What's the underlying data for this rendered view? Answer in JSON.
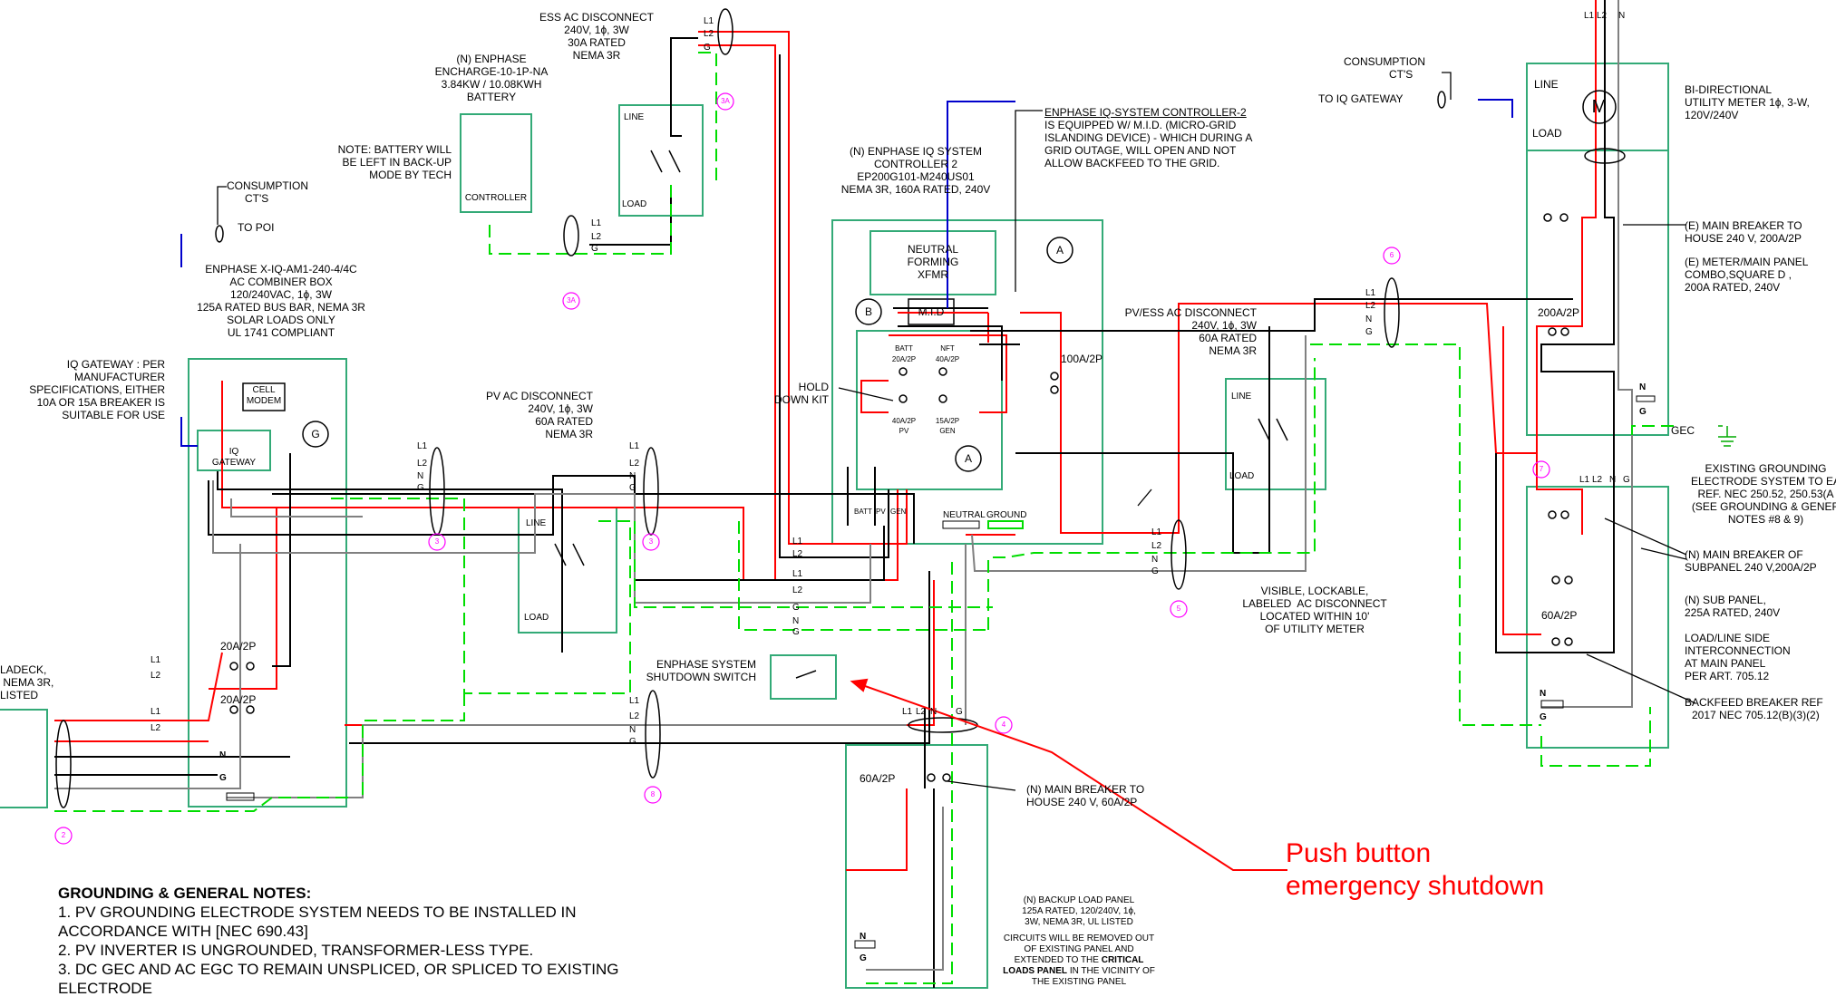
{
  "ess_disconnect": [
    "ESS AC DISCONNECT",
    "240V, 1ϕ, 3W",
    "30A RATED",
    "NEMA 3R"
  ],
  "battery": [
    "(N) ENPHASE",
    "ENCHARGE-10-1P-NA",
    "3.84KW / 10.08KWH",
    "BATTERY"
  ],
  "battery_controller": "CONTROLLER",
  "battery_note": [
    "NOTE: BATTERY WILL",
    "BE LEFT IN BACK-UP",
    "MODE BY TECH"
  ],
  "consumption_cts_left": [
    "CONSUMPTION",
    "CT'S"
  ],
  "to_poi": "TO POI",
  "combiner": [
    "ENPHASE X-IQ-AM1-240-4/4C",
    "AC COMBINER BOX",
    "120/240VAC, 1ϕ, 3W",
    "125A RATED BUS BAR, NEMA 3R",
    "SOLAR LOADS ONLY",
    "UL 1741 COMPLIANT"
  ],
  "iq_gateway_note": [
    "IQ GATEWAY : PER",
    "MANUFACTURER",
    "SPECIFICATIONS, EITHER",
    "10A OR 15A BREAKER IS",
    "SUITABLE FOR USE"
  ],
  "cell_modem": [
    "CELL",
    "MODEM"
  ],
  "iq_gateway_box": [
    "IQ",
    "GATEWAY"
  ],
  "tag_g": "G",
  "pv_disconnect": [
    "PV AC DISCONNECT",
    "240V, 1ϕ, 3W",
    "60A RATED",
    "NEMA 3R"
  ],
  "system_controller": [
    "(N) ENPHASE IQ SYSTEM",
    "CONTROLLER 2",
    "EP200G101-M240US01",
    "NEMA 3R, 160A RATED, 240V"
  ],
  "mid_note": [
    "ENPHASE IQ-SYSTEM CONTROLLER-2",
    "IS EQUIPPED W/ M.I.D. (MICRO-GRID",
    "ISLANDING DEVICE) - WHICH DURING A",
    "GRID OUTAGE, WILL OPEN AND NOT",
    "ALLOW BACKFEED TO THE GRID."
  ],
  "neutral_xfmr": [
    "NEUTRAL",
    "FORMING",
    "XFMR"
  ],
  "mid_label": "M.I.D",
  "tag_a": "A",
  "tag_b": "B",
  "breaker_100a": "100A/2P",
  "hold_down_kit": [
    "HOLD",
    "DOWN KIT"
  ],
  "sc_breakers": {
    "batt": "BATT",
    "batt_rating": "20A/2P",
    "nft": "NFT",
    "nft_rating": "40A/2P",
    "pv_rating": "40A/2P",
    "pv": "PV",
    "gen_rating": "15A/2P",
    "gen": "GEN"
  },
  "sc_terminals": {
    "batt": "BATT",
    "pv": "PV",
    "gen": "GEN"
  },
  "bus_labels": {
    "neutral": "NEUTRAL",
    "ground": "GROUND"
  },
  "pv_ess_disconnect": [
    "PV/ESS AC DISCONNECT",
    "240V, 1ϕ, 3W",
    "60A RATED",
    "NEMA 3R"
  ],
  "visible_disconnect_note": [
    "VISIBLE, LOCKABLE,",
    "LABELED  AC DISCONNECT",
    "LOCATED WITHIN 10'",
    "OF UTILITY METER"
  ],
  "consumption_cts_right": [
    "CONSUMPTION",
    "CT'S"
  ],
  "to_iq_gateway": "TO IQ GATEWAY",
  "utility_meter": [
    "BI-DIRECTIONAL",
    "UTILITY METER 1ϕ, 3-W,",
    "120V/240V"
  ],
  "meter_symbol": "M",
  "main_breaker_house": [
    "(E) MAIN BREAKER TO",
    "HOUSE 240 V, 200A/2P"
  ],
  "meter_main_panel": [
    "(E) METER/MAIN PANEL",
    "COMBO,SQUARE D ,",
    "200A RATED, 240V"
  ],
  "breaker_200a": "200A/2P",
  "gec": "GEC",
  "grounding_electrode": [
    "EXISTING GROUNDING",
    "ELECTRODE SYSTEM TO EA",
    "REF. NEC 250.52, 250.53(A",
    "(SEE GROUNDING & GENER",
    "NOTES #8 & 9)"
  ],
  "subpanel_main": [
    "(N) MAIN BREAKER OF",
    "SUBPANEL 240 V,200A/2P"
  ],
  "sub_panel": [
    "(N) SUB PANEL,",
    "225A RATED, 240V"
  ],
  "interconnection": [
    "LOAD/LINE SIDE",
    "INTERCONNECTION",
    "AT MAIN PANEL",
    "PER ART. 705.12"
  ],
  "backfeed": [
    "BACKFEED BREAKER REF",
    "2017 NEC 705.12(B)(3)(2)"
  ],
  "breaker_60a_sub": "60A/2P",
  "shutdown_switch": [
    "ENPHASE SYSTEM",
    "SHUTDOWN SWITCH"
  ],
  "backup_main_breaker": [
    "(N) MAIN BREAKER TO",
    "HOUSE 240 V, 60A/2P"
  ],
  "backup_panel_breaker": "60A/2P",
  "backup_panel": [
    "(N) BACKUP LOAD PANEL",
    "125A RATED, 120/240V, 1ϕ,",
    "3W, NEMA 3R, UL LISTED"
  ],
  "backup_circuits": [
    "CIRCUITS WILL BE REMOVED OUT",
    "OF EXISTING PANEL AND",
    "EXTENDED TO THE",
    "CRITICAL",
    "LOADS PANEL",
    "IN THE VICINITY OF",
    "THE EXISTING PANEL"
  ],
  "loadeck": [
    "LADECK,",
    " NEMA 3R,",
    "LISTED"
  ],
  "combiner_breakers": [
    "20A/2P",
    "20A/2P"
  ],
  "wire_labels": {
    "l1": "L1",
    "l2": "L2",
    "n": "N",
    "g": "G"
  },
  "circle_tags": [
    "3A",
    "3A",
    "3",
    "3",
    "6",
    "5",
    "4",
    "7",
    "8",
    "2"
  ],
  "grounding_notes_title": "GROUNDING & GENERAL NOTES:",
  "grounding_notes": [
    "1. PV GROUNDING ELECTRODE SYSTEM NEEDS TO BE INSTALLED IN",
    "ACCORDANCE WITH [NEC 690.43]",
    "2. PV INVERTER IS UNGROUNDED, TRANSFORMER-LESS TYPE.",
    "3. DC GEC AND AC EGC TO REMAIN UNSPLICED, OR SPLICED TO EXISTING",
    "ELECTRODE"
  ],
  "annotation": [
    "Push button",
    "emergency shutdown"
  ],
  "colors": {
    "hot": "#ff0000",
    "black": "#000000",
    "ground": "#00dd00",
    "neutral": "#808080",
    "box": "#33aa77",
    "tag": "#ff00ff",
    "comm": "#0000cc"
  }
}
